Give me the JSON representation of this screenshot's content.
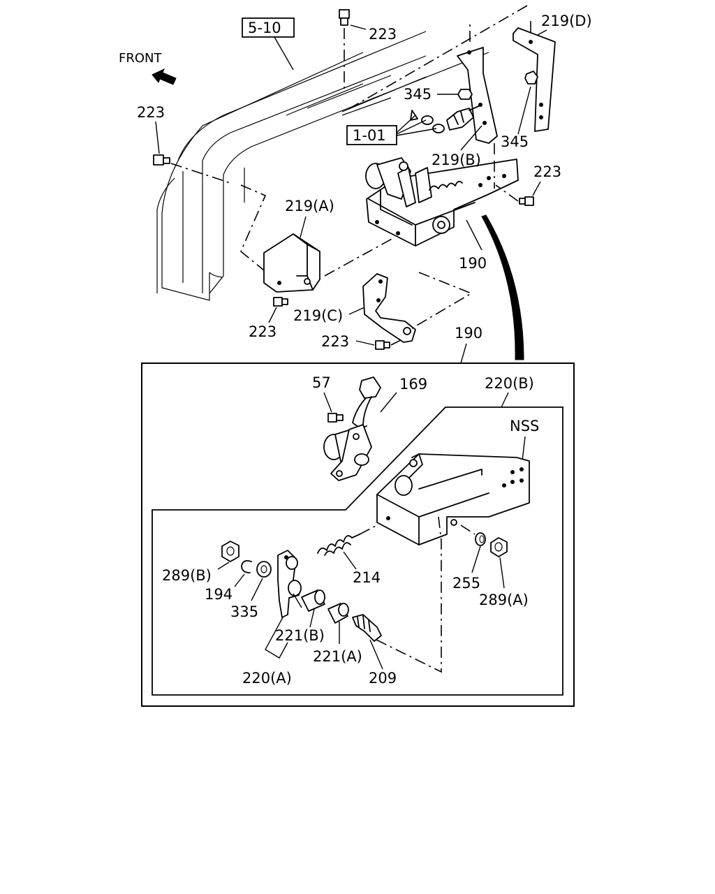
{
  "direction_label": "FRONT",
  "ref_boxes": {
    "ref_5_10": "5-10",
    "ref_1_01": "1-01"
  },
  "upper_labels": {
    "bolt_top": "223",
    "bolt_left": "223",
    "bolt_right": "223",
    "bolt_lower_a": "223",
    "bolt_lower_c": "223",
    "nut_upper": "345",
    "nut_right": "345",
    "bracket_a": "219(A)",
    "bracket_b": "219(B)",
    "bracket_c": "219(C)",
    "bracket_d": "219(D)",
    "assembly_upper": "190",
    "assembly_lower": "190"
  },
  "detail_labels": {
    "screw_57": "57",
    "switch_169": "169",
    "bracket_220b": "220(B)",
    "nss": "NSS",
    "nut_289b": "289(B)",
    "clip_194": "194",
    "washer_335": "335",
    "spring_214": "214",
    "clip_255": "255",
    "nut_289a": "289(A)",
    "bush_221b": "221(B)",
    "bush_221a": "221(A)",
    "lever_220a": "220(A)",
    "bolt_209": "209"
  }
}
